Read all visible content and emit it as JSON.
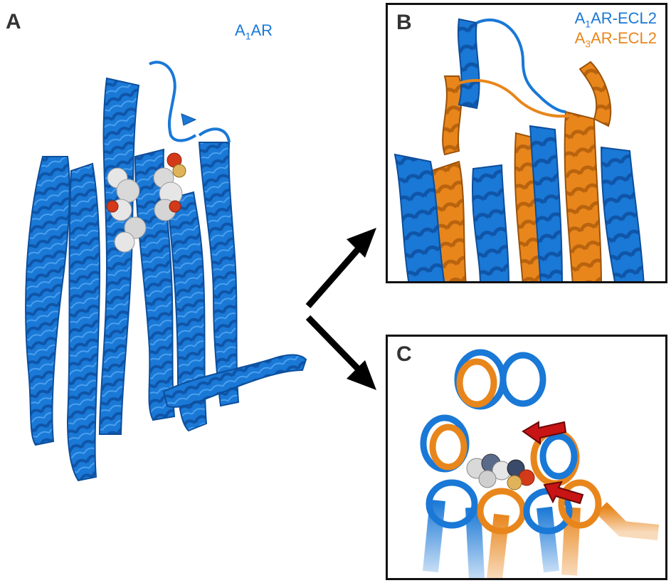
{
  "panels": {
    "a": {
      "letter": "A",
      "label_main": "A",
      "label_sub": "1",
      "label_tail": "AR"
    },
    "b": {
      "letter": "B",
      "legend": [
        {
          "main": "A",
          "sub": "1",
          "tail": "AR-ECL2",
          "color": "#1a78d6"
        },
        {
          "main": "A",
          "sub": "3",
          "tail": "AR-ECL2",
          "color": "#e8861c"
        }
      ]
    },
    "c": {
      "letter": "C"
    }
  },
  "colors": {
    "a1": "#1a78d6",
    "a1_dark": "#0f55a8",
    "a3": "#e8861c",
    "a3_dark": "#b9630e",
    "ligand": "#d9d9d9",
    "oxygen": "#d23a1a",
    "arrow": "#000000",
    "red_arrow": "#c81414"
  }
}
